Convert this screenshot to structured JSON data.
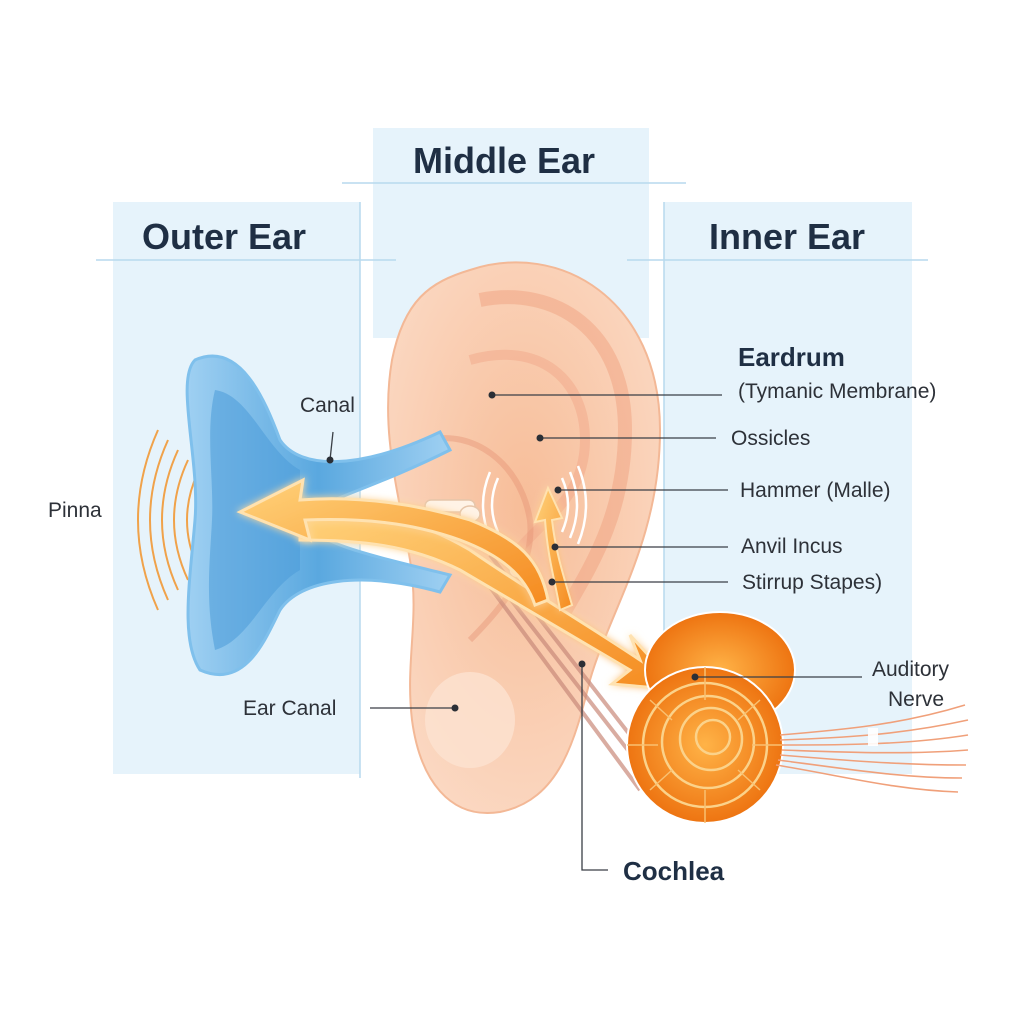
{
  "sections": {
    "outer": "Outer Ear",
    "middle": "Middle Ear",
    "inner": "Inner Ear"
  },
  "labels": {
    "canal": "Canal",
    "pinna": "Pinna",
    "ear_canal": "Ear Canal",
    "eardrum": "Eardrum",
    "eardrum_sub": "(Tymanic Membrane)",
    "ossicles": "Ossicles",
    "hammer": "Hammer (Malle)",
    "anvil": "Anvil Incus",
    "stirrup": "Stirrup Stapes)",
    "auditory_1": "Auditory",
    "auditory_2": "Nerve",
    "cochlea": "Cochlea"
  },
  "colors": {
    "panel": "#e6f3fb",
    "title": "#1f2f44",
    "skin": "#f8c9a8",
    "funnel": "#5aa8df",
    "arrow": "#f5922b",
    "cochlea": "#f07a14"
  }
}
